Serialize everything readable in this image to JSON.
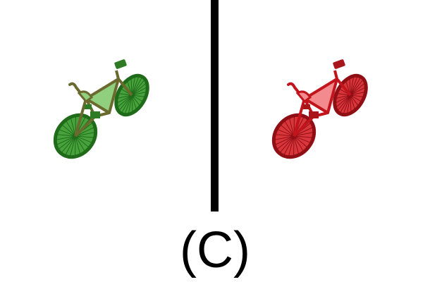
{
  "caption": "(C)",
  "panels": [
    {
      "variant": "green",
      "icon": "bicycle-icon",
      "colors": {
        "tire": "#1f6b1a",
        "tire_fill": "#48a23c",
        "frame": "#6b6a2e",
        "frame_fill": "#8fcf7e",
        "accent": "#2f7a24"
      }
    },
    {
      "variant": "red",
      "icon": "bicycle-icon",
      "colors": {
        "tire": "#8f0f14",
        "tire_fill": "#d9363c",
        "frame": "#c2141c",
        "frame_fill": "#f38a8e",
        "accent": "#a8161c"
      }
    }
  ]
}
